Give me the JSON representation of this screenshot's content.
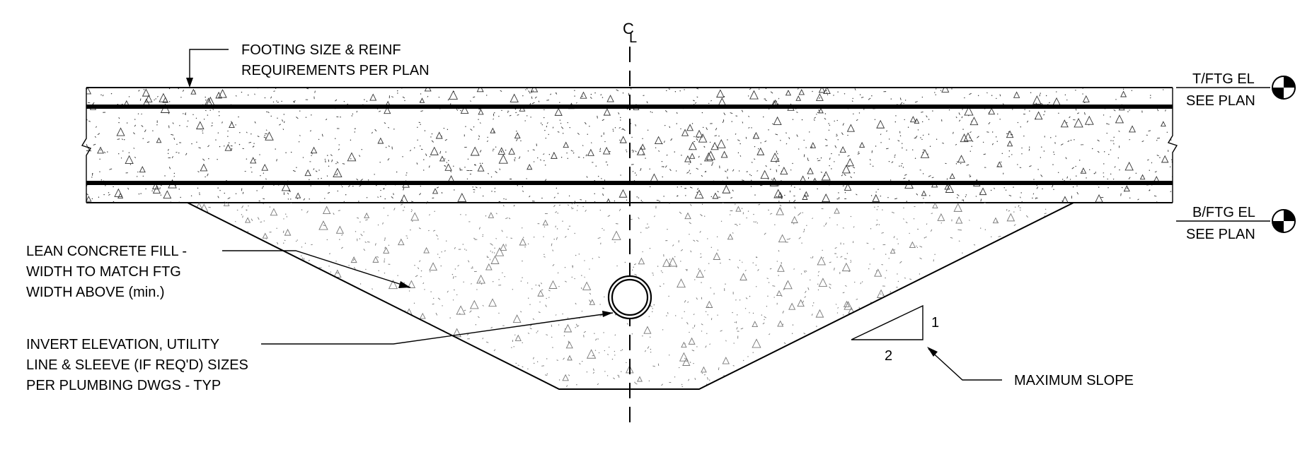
{
  "centerline_symbol": "C",
  "centerline_symbol_sub": "L",
  "notes": {
    "footing": [
      "FOOTING SIZE & REINF",
      "REQUIREMENTS PER PLAN"
    ],
    "lean_fill": [
      "LEAN CONCRETE FILL -",
      "WIDTH TO MATCH FTG",
      "WIDTH ABOVE (min.)"
    ],
    "invert": [
      "INVERT ELEVATION, UTILITY",
      "LINE & SLEEVE (IF REQ'D) SIZES",
      "PER PLUMBING DWGS - TYP"
    ],
    "max_slope": "MAXIMUM SLOPE"
  },
  "elevations": {
    "top": {
      "line1": "T/FTG EL",
      "line2": "SEE PLAN"
    },
    "bottom": {
      "line1": "B/FTG EL",
      "line2": "SEE PLAN"
    }
  },
  "slope": {
    "rise": "1",
    "run": "2"
  }
}
